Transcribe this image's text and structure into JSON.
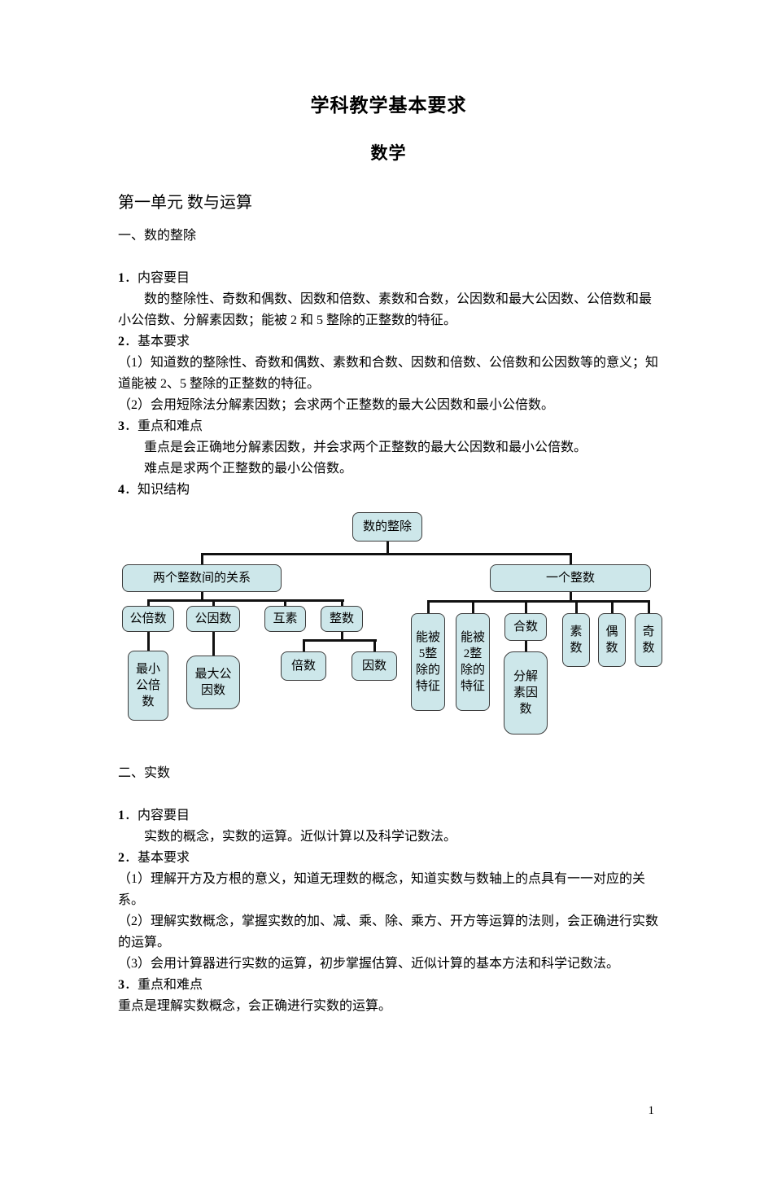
{
  "doc": {
    "title": "学科教学基本要求",
    "subtitle": "数学",
    "unit_heading": "第一单元 数与运算",
    "page_number": "1"
  },
  "section1": {
    "heading": "一、数的整除",
    "item1_num": "1",
    "item1_label": "．内容要目",
    "p1": "数的整除性、奇数和偶数、因数和倍数、素数和合数，公因数和最大公因数、公倍数和最小公倍数、分解素因数；能被 2 和 5 整除的正整数的特征。",
    "item2_num": "2",
    "item2_label": "．基本要求",
    "p2a": "（1）知道数的整除性、奇数和偶数、素数和合数、因数和倍数、公倍数和公因数等的意义；知道能被 2、5 整除的正整数的特征。",
    "p2b": "（2）会用短除法分解素因数；会求两个正整数的最大公因数和最小公倍数。",
    "item3_num": "3",
    "item3_label": "．重点和难点",
    "p3a": "重点是会正确地分解素因数，并会求两个正整数的最大公因数和最小公倍数。",
    "p3b": "难点是求两个正整数的最小公倍数。",
    "item4_num": "4",
    "item4_label": "．知识结构"
  },
  "diagram": {
    "root": "数的整除",
    "left_branch": "两个整数间的关系",
    "right_branch": "一个整数",
    "common_multiple": "公倍数",
    "common_factor": "公因数",
    "coprime": "互素",
    "integer": "整数",
    "least_common_multiple": "最小公倍数",
    "greatest_common_factor": "最大公因数",
    "multiple": "倍数",
    "factor": "因数",
    "divisible_by_5": "能被5整除的特征",
    "divisible_by_2": "能被2整除的特征",
    "composite": "合数",
    "prime_factorization": "分解素因数",
    "prime": "素数",
    "even": "偶数",
    "odd": "奇数"
  },
  "section2": {
    "heading": "二、实数",
    "item1_num": "1",
    "item1_label": "．内容要目",
    "p1": "实数的概念，实数的运算。近似计算以及科学记数法。",
    "item2_num": "2",
    "item2_label": "．基本要求",
    "p2a": "（1）理解开方及方根的意义，知道无理数的概念，知道实数与数轴上的点具有一一对应的关系。",
    "p2b": "（2）理解实数概念，掌握实数的加、减、乘、除、乘方、开方等运算的法则，会正确进行实数的运算。",
    "p2c": "（3）会用计算器进行实数的运算，初步掌握估算、近似计算的基本方法和科学记数法。",
    "item3_num": "3",
    "item3_label": "．重点和难点",
    "p3": "重点是理解实数概念，会正确进行实数的运算。"
  },
  "theme": {
    "page_bg": "#ffffff",
    "text_color": "#000000",
    "line_color": "#111111",
    "box_fill": "#cde7ea",
    "box_border": "#3c3c3c"
  }
}
